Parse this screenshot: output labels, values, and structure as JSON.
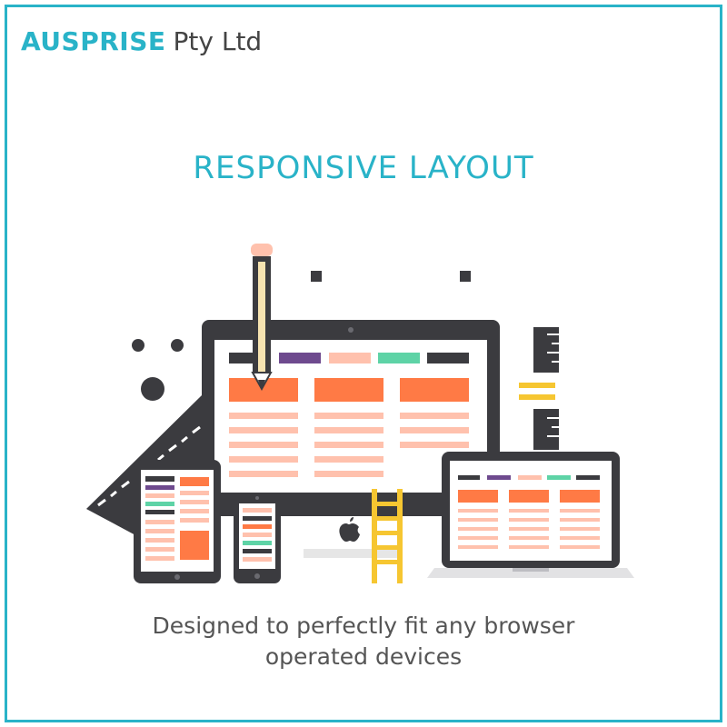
{
  "brand": {
    "name_strong": "AUSPRISE",
    "name_light": "Pty Ltd"
  },
  "headline": "RESPONSIVE LAYOUT",
  "tagline": {
    "line1": "Designed to perfectly fit any browser",
    "line2": "operated devices"
  },
  "colors": {
    "frame": "#29b3c8",
    "accent": "#29b3c8",
    "device": "#3b3b3f",
    "orange": "#ff7a45",
    "peach": "#ffc1ad",
    "purple": "#6e4a8e",
    "green": "#5ed3a6",
    "yellow": "#f6c631"
  },
  "illustration": {
    "icons": [
      "pencil-icon",
      "ruler-icon",
      "ladder-icon",
      "apple-logo-icon"
    ],
    "devices": [
      "desktop-monitor",
      "tablet",
      "smartphone",
      "laptop"
    ]
  }
}
